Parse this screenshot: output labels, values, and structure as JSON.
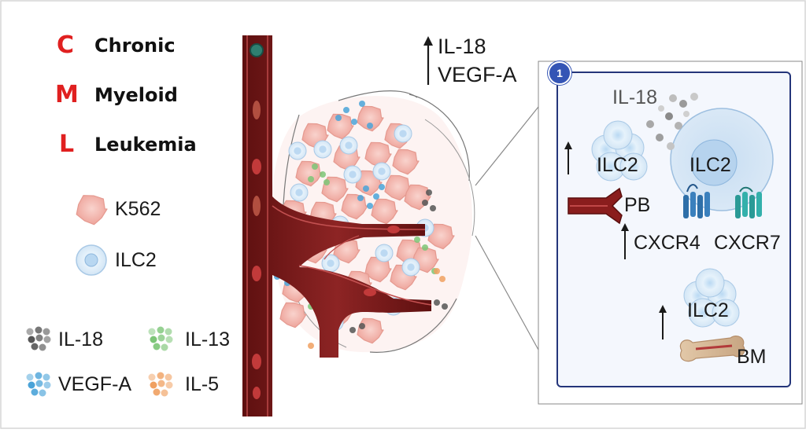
{
  "acronym": [
    {
      "letter": "C",
      "word": "Chronic"
    },
    {
      "letter": "M",
      "word": "Myeloid"
    },
    {
      "letter": "L",
      "word": "Leukemia"
    }
  ],
  "legend": {
    "k562": "K562",
    "ilc2": "ILC2",
    "il18": "IL-18",
    "il13": "IL-13",
    "vegfa": "VEGF-A",
    "il5": "IL-5"
  },
  "tumor_up": {
    "line1": "IL-18",
    "line2": "VEGF-A"
  },
  "panel": {
    "badge": "1",
    "il18": "IL-18",
    "ilc2_left": "ILC2",
    "ilc2_center": "ILC2",
    "pb": "PB",
    "cxcr4": "CXCR4",
    "cxcr7": "CXCR7",
    "ilc2_bottom": "ILC2",
    "bm": "BM"
  },
  "colors": {
    "vessel": "#7a1a1a",
    "vessel_light": "#b73a3a",
    "k562": "#f3b2aa",
    "ilc2": "#d8eaf8",
    "il18": "#555555",
    "il13": "#7cc577",
    "vegfa": "#4aa3d8",
    "il5": "#f0a060",
    "cxcr4": "#2e6fa8",
    "cxcr7": "#2a9a96",
    "panel_border": "#24357a",
    "badge": "#3455b5"
  }
}
